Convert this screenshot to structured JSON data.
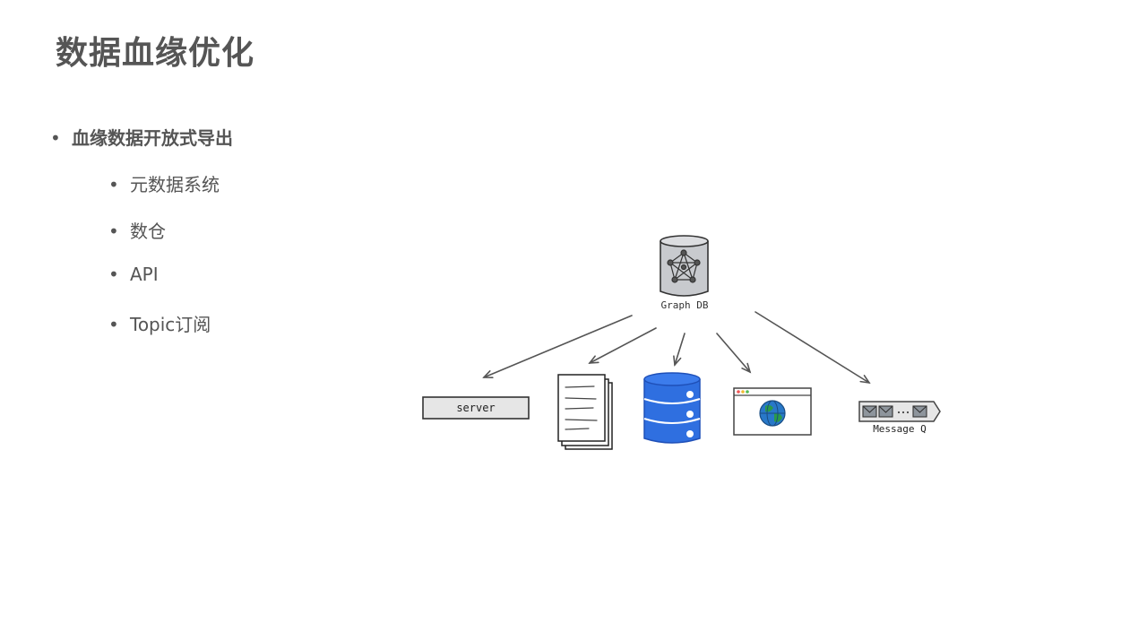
{
  "slide": {
    "title": "数据血缘优化",
    "bullet_main": "血缘数据开放式导出",
    "sub_bullets": [
      "元数据系统",
      "数仓",
      "API",
      "Topic订阅"
    ]
  },
  "diagram": {
    "source_label": "Graph DB",
    "targets": {
      "server": "server",
      "message_queue": "Message Q"
    },
    "colors": {
      "stroke": "#555555",
      "db_blue": "#2f6fe0",
      "db_blue_dark": "#1f50b8",
      "globe_blue": "#2878c8",
      "globe_green": "#2a9a4a",
      "cylinder_gray": "#c8cace",
      "box_gray": "#e6e6e6"
    }
  }
}
